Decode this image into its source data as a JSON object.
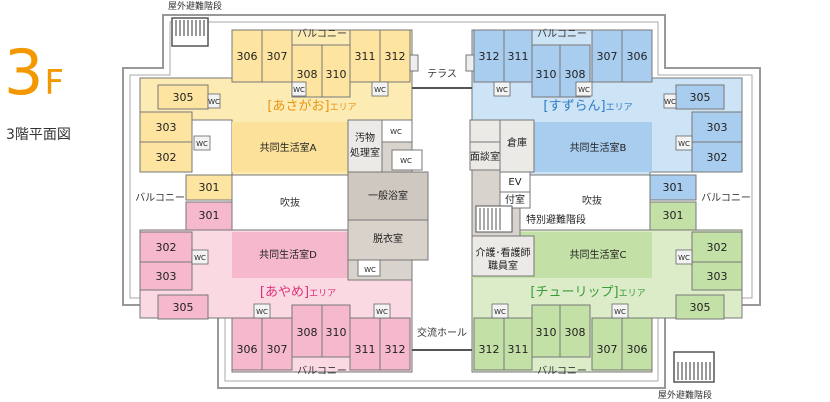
{
  "floor": {
    "number": "3",
    "suffix": "F",
    "title": "3階平面図"
  },
  "labels": {
    "outdoor_stairs": "屋外避難階段",
    "balcony": "バルコニー",
    "terrace": "テラス",
    "exchange_hall": "交流ホール",
    "atrium": "吹抜",
    "special_stairs": "特別避難階段",
    "wc": "WC",
    "ev": "EV",
    "filth_room": "汚物\n処理室",
    "bath": "一般浴室",
    "dressing": "脱衣室",
    "warehouse": "倉庫",
    "interview": "面談室",
    "annex": "付室",
    "staff": "介護･看護師\n職員室"
  },
  "areas": {
    "asagao": {
      "name": "[あさがお]",
      "suffix": "エリア",
      "common": "共同生活室A",
      "color": "#e8950f",
      "fill": "#fdebb4",
      "room_fill": "#fde4a0"
    },
    "suzuran": {
      "name": "[すずらん]",
      "suffix": "エリア",
      "common": "共同生活室B",
      "color": "#2e7cc4",
      "fill": "#cde3f6",
      "room_fill": "#a9cdef"
    },
    "ayame": {
      "name": "[あやめ]",
      "suffix": "エリア",
      "common": "共同生活室D",
      "color": "#e0307a",
      "fill": "#fbd9e3",
      "room_fill": "#f5b8cc"
    },
    "tulip": {
      "name": "[チューリップ]",
      "suffix": "エリア",
      "common": "共同生活室C",
      "color": "#3a9b37",
      "fill": "#dcecc9",
      "room_fill": "#c3e0a6"
    }
  },
  "rooms": [
    "306",
    "307",
    "308",
    "310",
    "311",
    "312",
    "305",
    "303",
    "302",
    "301"
  ]
}
